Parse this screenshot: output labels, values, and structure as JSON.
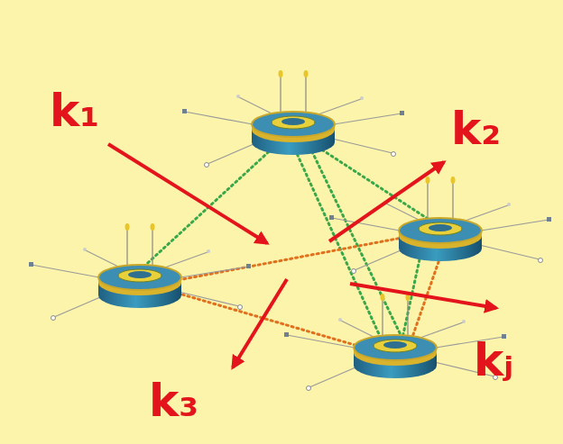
{
  "diagram": {
    "labels": [
      "k₁",
      "k₂",
      "k₃",
      "kⱼ"
    ]
  }
}
